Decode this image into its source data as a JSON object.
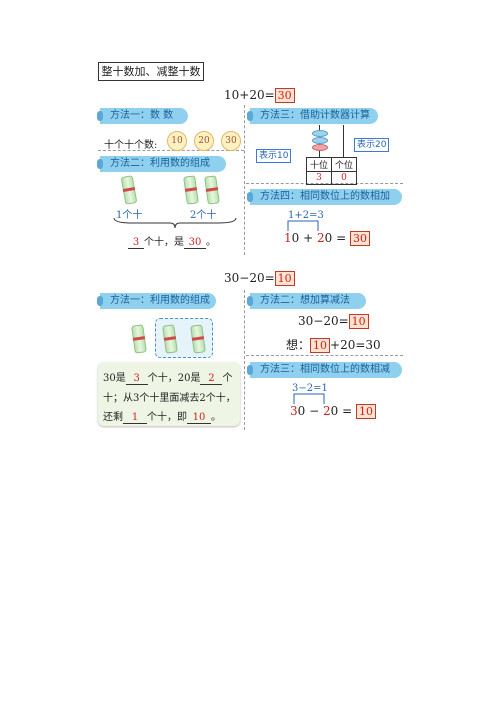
{
  "header": {
    "title": "整十数加、减整十数"
  },
  "add": {
    "equation": "10+20=",
    "answer": "30",
    "m1": {
      "label": "方法一：数  数",
      "text": "十个十个数:",
      "coins": [
        "10",
        "20",
        "30"
      ]
    },
    "m2": {
      "label": "方法二：利用数的组成",
      "left": "1个十",
      "right": "2个十",
      "line_a": "个十，是",
      "ans1": "3",
      "ans2": "30",
      "end": "。"
    },
    "m3": {
      "label": "方法三：借助计数器计算",
      "left_callout": "表示10",
      "right_callout": "表示20",
      "col_tens": "十位",
      "col_ones": "个位",
      "val_tens": "3",
      "val_ones": "0"
    },
    "m4": {
      "label": "方法四：相同数位上的数相加",
      "top": "1+2=3",
      "a_tens": "1",
      "a_ones": "0",
      "plus": "+",
      "b_tens": "2",
      "b_ones": "0",
      "equals": "=",
      "answer": "30"
    }
  },
  "sub": {
    "equation": "30−20=",
    "answer": "10",
    "m1": {
      "label": "方法一：利用数的组成",
      "l1a": "30是",
      "l1ans": "3",
      "l1b": "个十，20是",
      "l1ans2": "2",
      "l1c": "个",
      "l2": "十；从3个十里面减去2个十，",
      "l3a": "还剩",
      "l3ans": "1",
      "l3b": "个十，即",
      "l3ans2": "10",
      "l3c": "。"
    },
    "m2": {
      "label": "方法二：想加算减法",
      "eq": "30−20=",
      "eq_ans": "10",
      "think": "想：",
      "think_ans": "10",
      "think_rest": "+20=30"
    },
    "m3": {
      "label": "方法三：相同数位上的数相减",
      "top": "3−2=1",
      "a_tens": "3",
      "a_ones": "0",
      "minus": "−",
      "b_tens": "2",
      "b_ones": "0",
      "equals": "=",
      "answer": "10"
    }
  },
  "colors": {
    "accent": "#8fd0ef",
    "red": "#d0201e",
    "blue": "#2b63b5",
    "answer_bg": "#fbe3cf"
  }
}
